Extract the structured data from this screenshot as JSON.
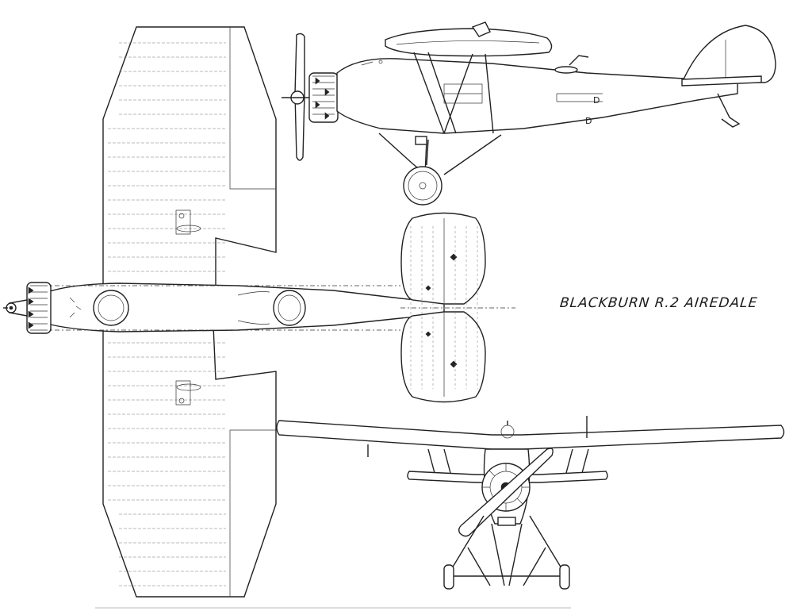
{
  "drawing": {
    "title": "BLACKBURN R.2 AIREDALE",
    "views": [
      "side-view",
      "top-view",
      "front-view"
    ]
  }
}
